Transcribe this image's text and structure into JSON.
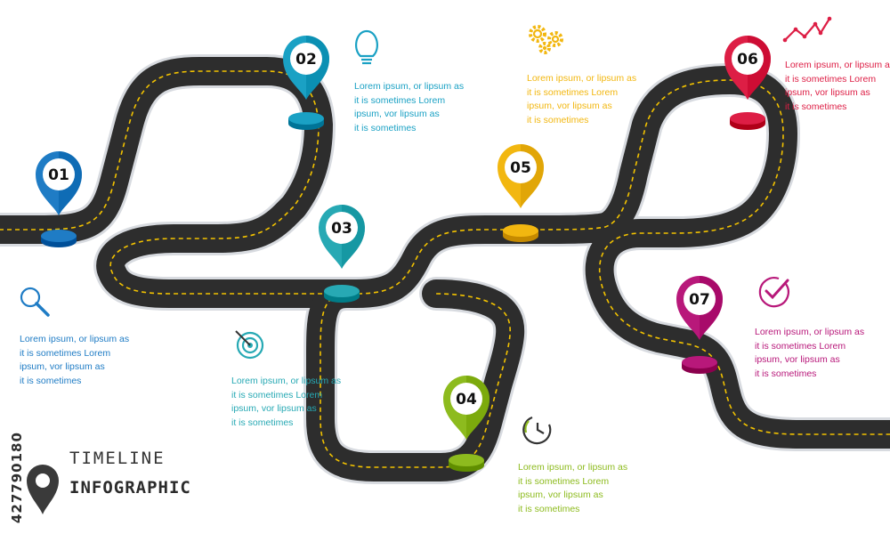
{
  "palette": {
    "road": "#2d2d2d",
    "road_edge": "#d8dbe0",
    "lane_line": "#f2c200",
    "step1": "#1f7cc5",
    "step2": "#1aa1c4",
    "step3": "#27a9b4",
    "step4": "#8dbb1e",
    "step5": "#f2b710",
    "step6": "#dd1e45",
    "step7": "#b8187a"
  },
  "steps": [
    {
      "number": "01",
      "color_key": "step1",
      "icon": "magnifier-icon",
      "text": [
        "Lorem ipsum, or lipsum as",
        "it is sometimes Lorem",
        "ipsum, vor lipsum as",
        "it is sometimes"
      ]
    },
    {
      "number": "02",
      "color_key": "step2",
      "icon": "lightbulb-icon",
      "text": [
        "Lorem ipsum, or lipsum as",
        "it is sometimes Lorem",
        "ipsum, vor lipsum as",
        "it is sometimes"
      ]
    },
    {
      "number": "03",
      "color_key": "step3",
      "icon": "target-icon",
      "text": [
        "Lorem ipsum, or lipsum as",
        "it is sometimes Lorem",
        "ipsum, vor lipsum as",
        "it is sometimes"
      ]
    },
    {
      "number": "04",
      "color_key": "step4",
      "icon": "clock-icon",
      "text": [
        "Lorem ipsum, or lipsum as",
        "it is sometimes Lorem",
        "ipsum, vor lipsum as",
        "it is sometimes"
      ]
    },
    {
      "number": "05",
      "color_key": "step5",
      "icon": "gears-icon",
      "text": [
        "Lorem ipsum, or lipsum as",
        "it is sometimes Lorem",
        "ipsum, vor lipsum as",
        "it is sometimes"
      ]
    },
    {
      "number": "06",
      "color_key": "step6",
      "icon": "line-chart-icon",
      "text": [
        "Lorem ipsum, or lipsum as",
        "it is sometimes Lorem",
        "ipsum, vor lipsum as",
        "it is sometimes"
      ]
    },
    {
      "number": "07",
      "color_key": "step7",
      "icon": "checkmark-icon",
      "text": [
        "Lorem ipsum, or lipsum as",
        "it is sometimes Lorem",
        "ipsum, vor lipsum as",
        "it is sometimes"
      ]
    }
  ],
  "title": {
    "line1": "TIMELINE",
    "line2": "INFOGRAPHIC",
    "icon": "location-pin-icon"
  },
  "watermark": "427790180"
}
